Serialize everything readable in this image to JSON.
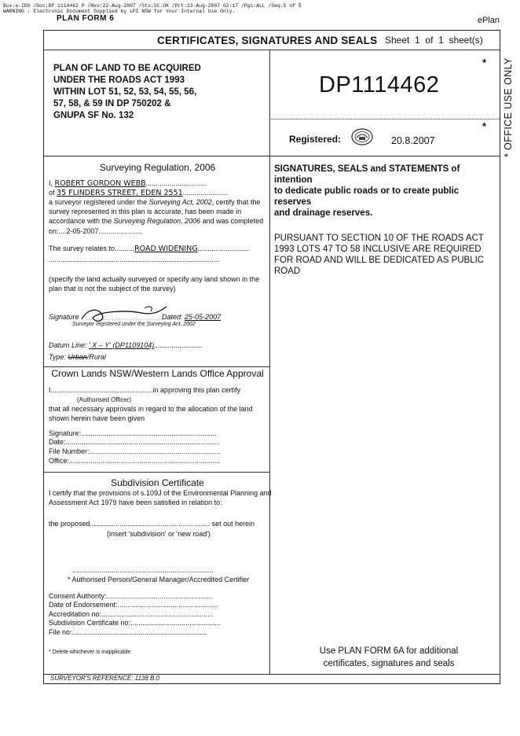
{
  "stamp": {
    "line1": "Box:e-IDS /Doc:DP 1114462 P /Rev:22-Aug-2007 /Sts:SC.OK /Prt:23-Aug-2007 02:17 /Pgs:ALL /Seq:5 of 5",
    "line2": "WARNING : Electronic Document Supplied by LPI NSW for Your Internal Use Only."
  },
  "form_name": "PLAN FORM 6",
  "eplan": "ePlan",
  "header": {
    "title": "CERTIFICATES, SIGNATURES AND SEALS",
    "sheet_word": "Sheet",
    "sheet_no": "1",
    "of_word": "of",
    "sheet_total": "1",
    "sheets_word": "sheet(s)"
  },
  "office_use": "* OFFICE USE ONLY",
  "star": "*",
  "plan_title": [
    "PLAN OF LAND TO BE ACQUIRED",
    "UNDER THE ROADS ACT 1993",
    "WITHIN LOT 51, 52, 53, 54, 55, 56,",
    "57, 58, & 59 IN DP 750202 &",
    "GNUPA SF No. 132"
  ],
  "dp_number": "DP1114462",
  "registered_label": "Registered:",
  "registered_date": "20.8.2007",
  "surveying": {
    "heading": "Surveying Regulation, 2006",
    "i_prefix": "I,",
    "surveyor_name": "ROBERT GORDON WEBB",
    "of_prefix": "of",
    "address": "35 FLINDERS STREET, EDEN 2551",
    "cert_line1_a": "a surveyor registered under the ",
    "cert_line1_act": "Surveying Act, 2002",
    "cert_line1_b": ", certify that the",
    "cert_line2": "survey represented in this plan is accurate, has been made in",
    "cert_line3_a": "accordance with the ",
    "cert_line3_reg": "Surveying Regulation, 2006",
    "cert_line3_b": " and was completed",
    "on_label": "on:",
    "on_date": "2-05-2007",
    "relates_label": "The survey relates to",
    "relates_value": "ROAD WIDENING",
    "specify_line1": "(specify the land actually surveyed or specify any land shown in the",
    "specify_line2": "plan that is not the subject of the survey)",
    "signature_label": "Signature",
    "dated_label": "Dated:",
    "dated_value": "25-05-2007",
    "surveyor_registered": "Surveyor registered under the Surveying Act, 2002",
    "datum_label": "Datum Line:",
    "datum_value": "' X – Y' (DP1109104)",
    "type_label": "Type:",
    "type_urban": "Urban",
    "type_rural": "/Rural"
  },
  "crown": {
    "heading": "Crown Lands NSW/Western Lands Office Approval",
    "line1_a": "I",
    "line1_b": "in approving this plan certify",
    "officer": "(Authorised Officer)",
    "line2": "that all necessary approvals in regard to the allocation of the land",
    "line3": "shown herein have been given",
    "signature": "Signature:",
    "date": "Date:",
    "file_number": "File Number:",
    "office": "Office:"
  },
  "subdivision": {
    "heading": "Subdivision Certificate",
    "line1": "I certify that the provisions of s.109J of the Environmental Planning and",
    "line2": "Assessment Act 1979 have been satisfied in relation to:",
    "proposed": "the proposed",
    "set_out": "set out herein",
    "insert": "(insert 'subdivision' or 'new road')",
    "authorised": "* Authorised Person/General Manager/Accredited Certifier",
    "consent": "Consent Authority:",
    "endorsement": "Date of Endorsement:",
    "accreditation": "Accreditation no:",
    "cert_no": "Subdivision Certificate no:",
    "file_no": "File no:",
    "delete_note": "* Delete whichever is inapplicable."
  },
  "signatures_heading": [
    "SIGNATURES, SEALS and STATEMENTS of intention",
    "to dedicate public roads or to create public reserves",
    "and drainage reserves."
  ],
  "pursuant": [
    "PURSUANT TO SECTION 10 OF THE ROADS ACT",
    "1993 LOTS 47 TO 58 INCLUSIVE ARE REQUIRED",
    "FOR ROAD AND WILL BE DEDICATED AS PUBLIC",
    "ROAD"
  ],
  "use_plan": [
    "Use PLAN FORM 6A for additional",
    "certificates, signatures and seals"
  ],
  "surveyors_ref": "SURVEYOR'S REFERENCE: 1138 B.0"
}
